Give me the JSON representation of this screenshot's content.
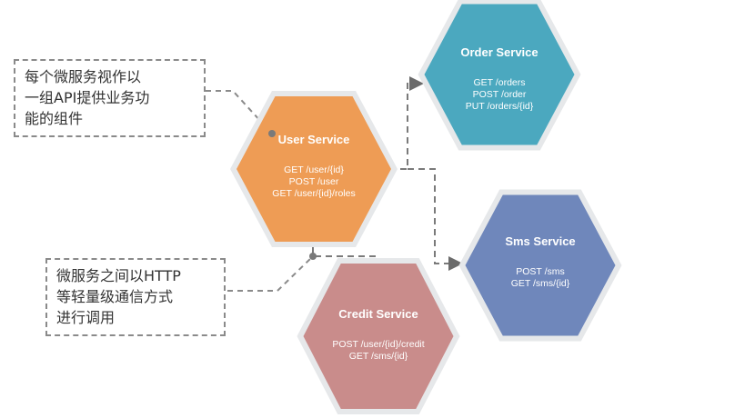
{
  "services": [
    {
      "id": "user",
      "title": "User Service",
      "color": "#ee9c55",
      "endpoints": [
        "GET /user/{id}",
        "POST /user",
        "GET /user/{id}/roles"
      ]
    },
    {
      "id": "order",
      "title": "Order Service",
      "color": "#4ba8bf",
      "endpoints": [
        "GET /orders",
        "POST /order",
        "PUT /orders/{id}"
      ]
    },
    {
      "id": "sms",
      "title": "Sms Service",
      "color": "#6f87bb",
      "endpoints": [
        "POST /sms",
        "GET /sms/{id}"
      ]
    },
    {
      "id": "credit",
      "title": "Credit Service",
      "color": "#c98c8b",
      "endpoints": [
        "POST /user/{id}/credit",
        "GET /sms/{id}"
      ]
    }
  ],
  "notes": [
    {
      "id": "component",
      "lines": [
        "每个微服务视作以",
        "一组API提供业务功",
        "能的组件"
      ]
    },
    {
      "id": "http",
      "lines": [
        "微服务之间以HTTP",
        "等轻量级通信方式",
        "进行调用"
      ]
    }
  ],
  "colors": {
    "connector": "#7a7a7a",
    "hex_border": "#e6e8ea"
  }
}
